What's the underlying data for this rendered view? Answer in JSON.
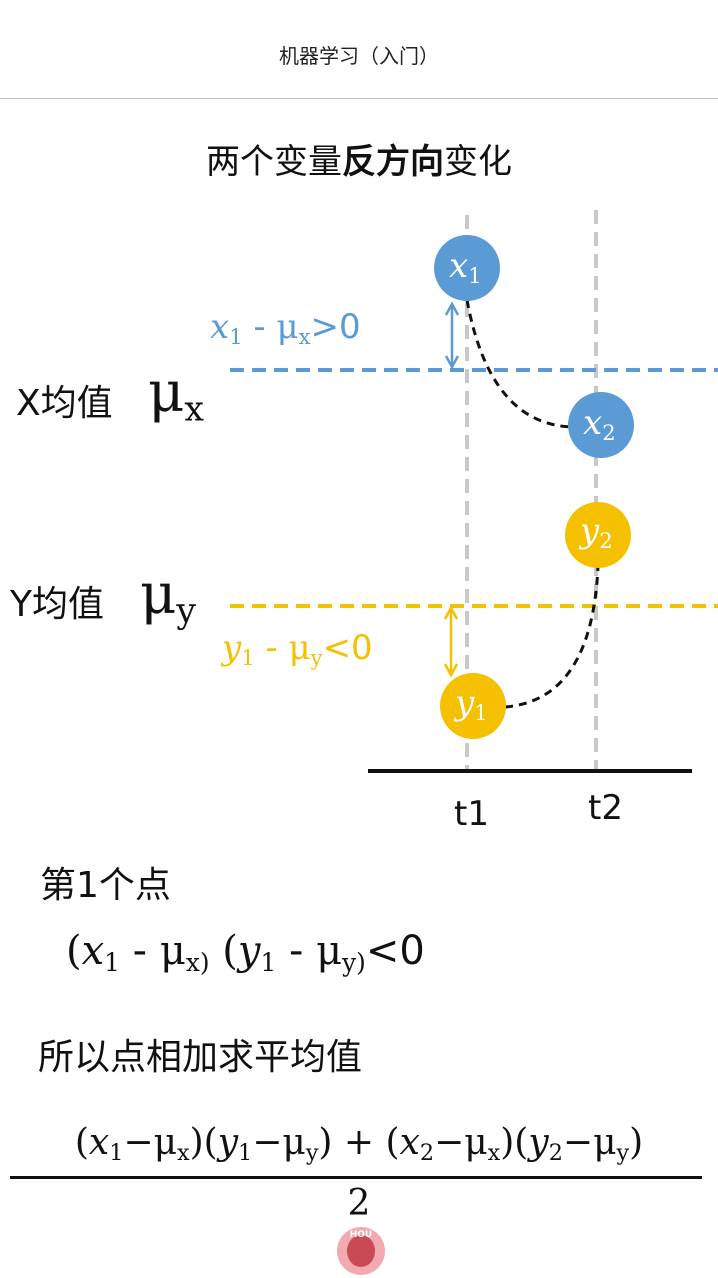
{
  "header": {
    "title": "机器学习（入门）"
  },
  "diagram": {
    "title_prefix": "两个变量",
    "title_bold": "反方向",
    "title_suffix": "变化",
    "x_mean_label": "X均值",
    "y_mean_label": "Y均值",
    "mu": "μ",
    "x_var": "x",
    "y_var": "y",
    "sub_1": "1",
    "sub_2": "2",
    "gt_zero": ">0",
    "lt_zero": "<0",
    "minus": " - ",
    "t1": "t1",
    "t2": "t2",
    "colors": {
      "blue": "#5b9bd5",
      "yellow": "#f5c000",
      "gray": "#c8c8c8"
    }
  },
  "notes": {
    "point_label": "第1个点",
    "product_result": "<0",
    "average_label": "所以点相加求平均值",
    "denominator": "2"
  },
  "watermark": {
    "text": "HOU"
  }
}
